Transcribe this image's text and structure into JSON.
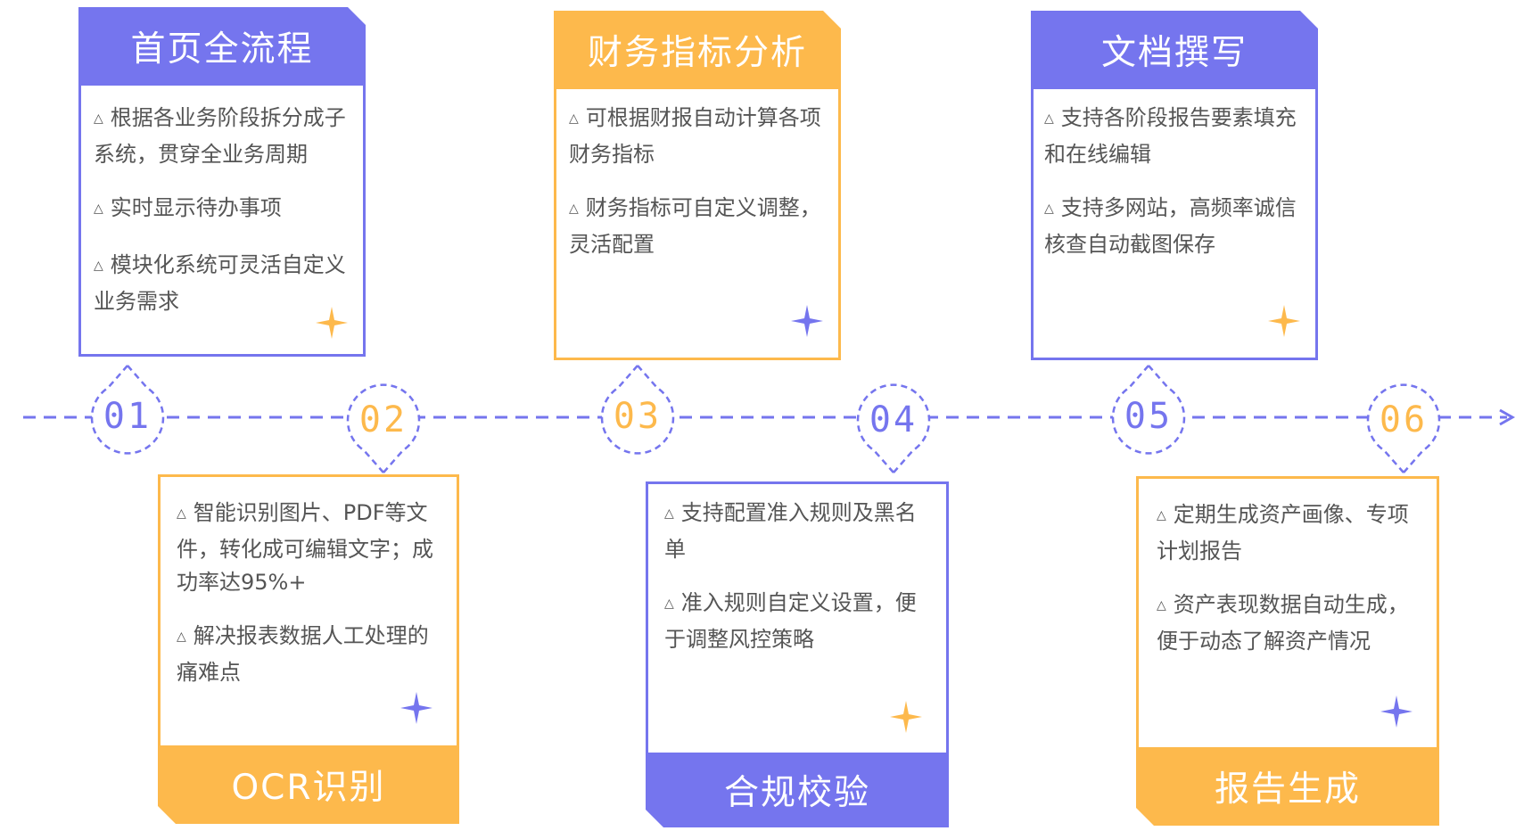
{
  "colors": {
    "purple": "#7575ee",
    "orange": "#fdb94c",
    "line": "#7575ee"
  },
  "steps": [
    {
      "number": "01",
      "title": "首页全流程",
      "color": "purple",
      "bullets": [
        "根据各业务阶段拆分成子系统，贯穿全业务周期",
        "实时显示待办事项",
        "模块化系统可灵活自定义业务需求"
      ],
      "star_color": "orange"
    },
    {
      "number": "02",
      "title": "OCR识别",
      "color": "orange",
      "bullets": [
        "智能识别图片、PDF等文件，转化成可编辑文字；成功率达95%+",
        "解决报表数据人工处理的痛难点"
      ],
      "star_color": "purple"
    },
    {
      "number": "03",
      "title": "财务指标分析",
      "color": "orange",
      "bullets": [
        "可根据财报自动计算各项财务指标",
        "财务指标可自定义调整，灵活配置"
      ],
      "star_color": "purple"
    },
    {
      "number": "04",
      "title": "合规校验",
      "color": "purple",
      "bullets": [
        "支持配置准入规则及黑名单",
        "准入规则自定义设置，便于调整风控策略"
      ],
      "star_color": "orange"
    },
    {
      "number": "05",
      "title": "文档撰写",
      "color": "purple",
      "bullets": [
        "支持各阶段报告要素填充和在线编辑",
        "支持多网站，高频率诚信核查自动截图保存"
      ],
      "star_color": "orange"
    },
    {
      "number": "06",
      "title": "报告生成",
      "color": "orange",
      "bullets": [
        "定期生成资产画像、专项计划报告",
        "资产表现数据自动生成，便于动态了解资产情况"
      ],
      "star_color": "purple"
    }
  ]
}
